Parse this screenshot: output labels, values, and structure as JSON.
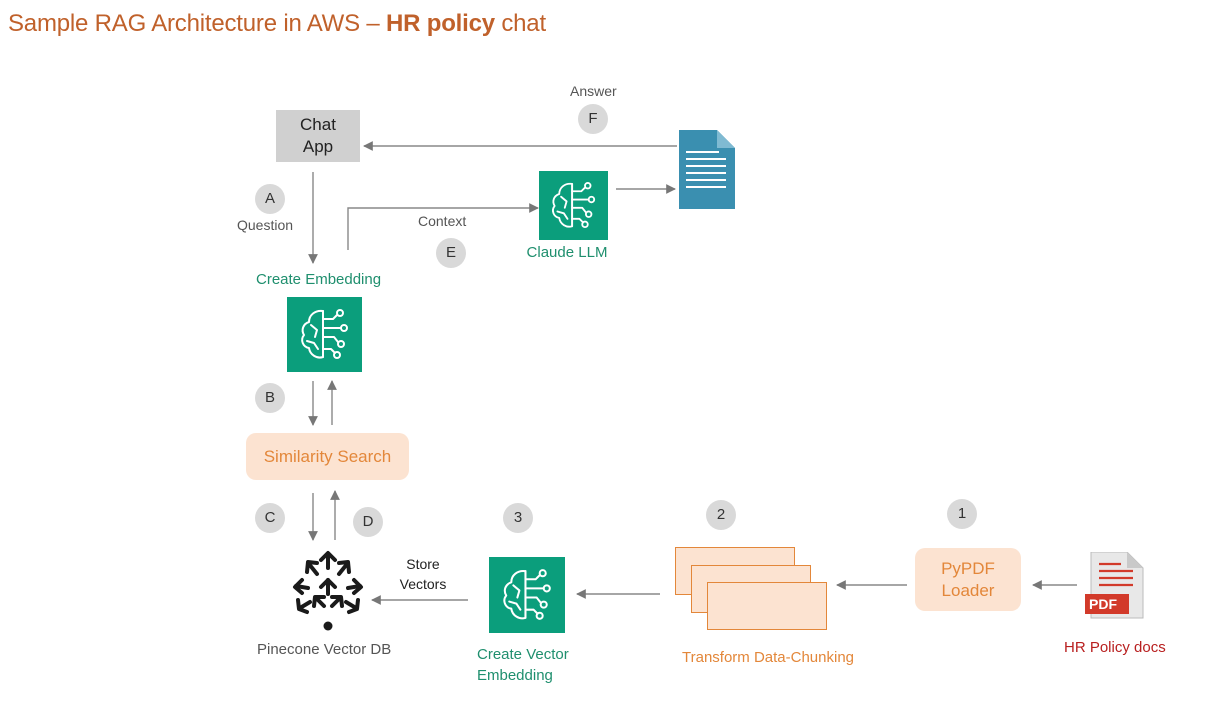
{
  "title": {
    "prefix": "Sample RAG Architecture in AWS – ",
    "bold": "HR policy",
    "suffix": " chat"
  },
  "nodes": {
    "chat_app": {
      "line1": "Chat",
      "line2": "App"
    },
    "create_embedding": "Create Embedding",
    "claude_llm": "Claude LLM",
    "similarity_search": "Similarity Search",
    "pinecone": "Pinecone Vector DB",
    "create_vector_embedding": {
      "line1": "Create Vector",
      "line2": "Embedding"
    },
    "transform": "Transform Data-Chunking",
    "pypdf_loader": {
      "line1": "PyPDF",
      "line2": "Loader"
    },
    "hr_docs": "HR Policy docs",
    "pdf_badge": "PDF"
  },
  "edge_labels": {
    "question": "Question",
    "context": "Context",
    "answer": "Answer",
    "store_vectors": {
      "line1": "Store",
      "line2": "Vectors"
    }
  },
  "steps": {
    "a": "A",
    "b": "B",
    "c": "C",
    "d": "D",
    "e": "E",
    "f": "F",
    "one": "1",
    "two": "2",
    "three": "3"
  },
  "colors": {
    "title": "#c0612b",
    "ai_service": "#0b9e7c",
    "doc_icon": "#3a8fb0",
    "peach_fill": "#fce3d1",
    "orange_text": "#e3873a",
    "green_text": "#1f8f6e",
    "pdf_red": "#d23a2a",
    "badge": "#d9d9d9"
  },
  "icons": {
    "ai_service": "brain-circuit-icon",
    "document": "document-icon",
    "pinecone": "pinecone-logo-icon",
    "pdf": "pdf-file-icon"
  }
}
